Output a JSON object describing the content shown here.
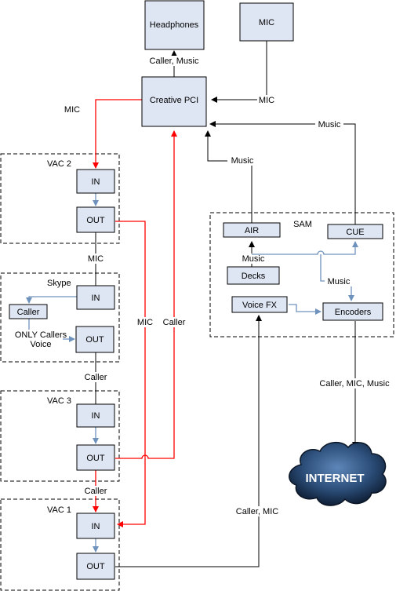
{
  "nodes": {
    "headphones": "Headphones",
    "mic": "MIC",
    "creative_pci": "Creative PCI",
    "vac2_in": "IN",
    "vac2_out": "OUT",
    "skype_in": "IN",
    "skype_out": "OUT",
    "skype_caller": "Caller",
    "vac3_in": "IN",
    "vac3_out": "OUT",
    "vac1_in": "IN",
    "vac1_out": "OUT",
    "air": "AIR",
    "cue": "CUE",
    "decks": "Decks",
    "voice_fx": "Voice FX",
    "encoders": "Encoders",
    "internet": "INTERNET"
  },
  "groups": {
    "vac2": "VAC 2",
    "skype": "Skype",
    "vac3": "VAC 3",
    "vac1": "VAC 1",
    "sam": "SAM"
  },
  "edge_labels": {
    "pci_to_headphones": "Caller, Music",
    "mic_to_pci": "MIC",
    "pci_to_vac2": "MIC",
    "vac2_to_skype": "MIC",
    "skype_caller_note_line1": "ONLY Callers",
    "skype_caller_note_line2": "Voice",
    "skype_to_vac3": "Caller",
    "vac3_to_vac1": "Caller",
    "vac2_out_to_vac1_in": "MIC",
    "vac3_out_to_pci": "Caller",
    "air_to_pci": "Music",
    "cue_to_pci": "Music",
    "decks_music": "Music",
    "decks_to_encoders": "Music",
    "encoders_to_internet": "Caller, MIC, Music",
    "vac1_out_to_voicefx": "Caller, MIC"
  },
  "colors": {
    "node_fill": "#dfe6f3",
    "mic_path": "#ff0000",
    "internal_flow": "#6f92bd",
    "connector": "#000000",
    "cloud": "#1f3b5c"
  }
}
